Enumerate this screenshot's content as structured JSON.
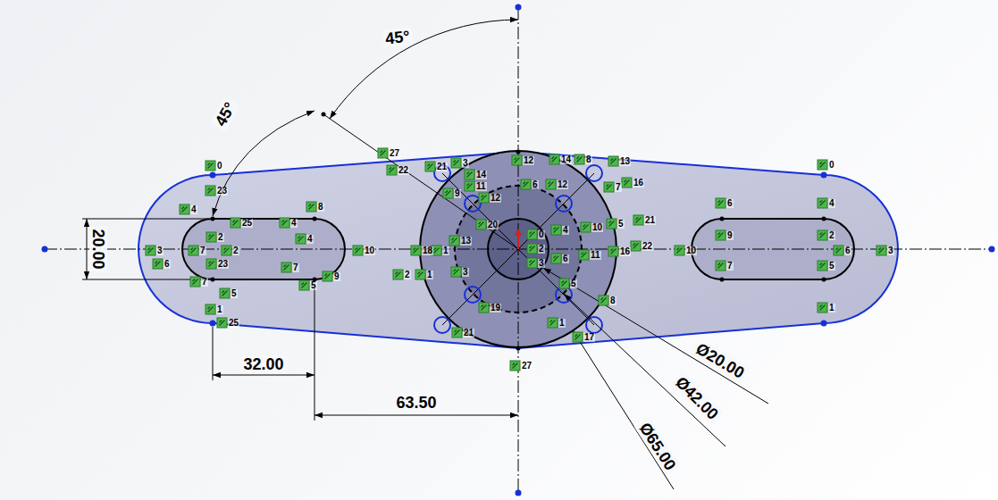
{
  "diagram": {
    "labels": [
      "20.00",
      "32.00",
      "63.50",
      "45°",
      "45°",
      "Ø20.00",
      "Ø42.00",
      "Ø65.00",
      "0",
      "23",
      "4",
      "2",
      "25",
      "4",
      "8",
      "3",
      "6",
      "7",
      "23",
      "2",
      "4",
      "7",
      "9",
      "5",
      "7",
      "5",
      "1",
      "25",
      "10",
      "27",
      "22",
      "21",
      "3",
      "14",
      "11",
      "12",
      "9",
      "12",
      "14",
      "8",
      "13",
      "16",
      "7",
      "6",
      "12",
      "10",
      "5",
      "21",
      "22",
      "16",
      "11",
      "4",
      "6",
      "20",
      "0",
      "2",
      "3",
      "2",
      "1",
      "3",
      "18",
      "1",
      "13",
      "19",
      "21",
      "5",
      "8",
      "1",
      "17",
      "27",
      "6",
      "9",
      "7",
      "4",
      "2",
      "5",
      "1",
      "0",
      "3",
      "6",
      "10"
    ]
  }
}
